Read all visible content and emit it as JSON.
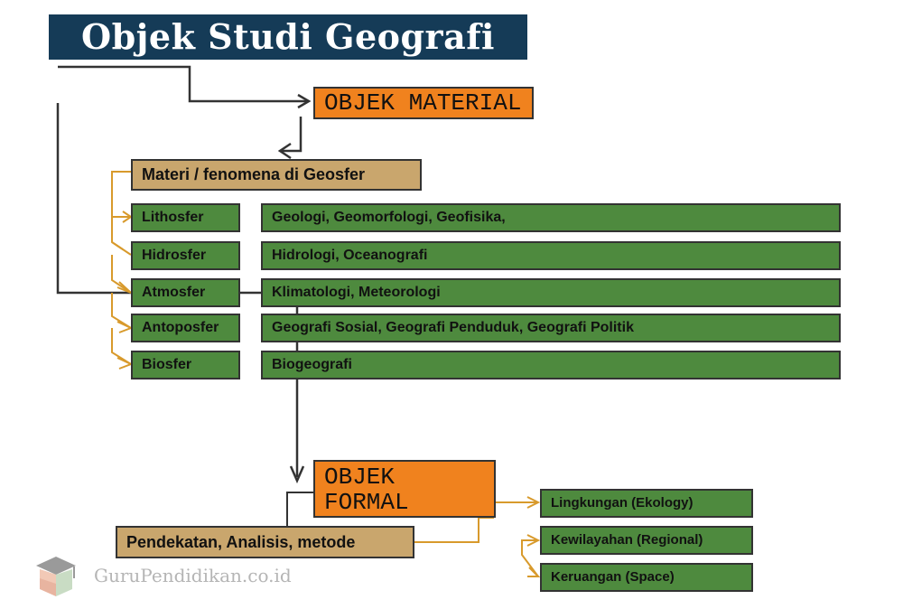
{
  "title": "Objek Studi Geografi",
  "objek_material": "OBJEK MATERIAL",
  "materi": "Materi / fenomena di Geosfer",
  "spheres": [
    {
      "name": "Lithosfer",
      "studies": "Geologi, Geomorfologi, Geofisika,"
    },
    {
      "name": "Hidrosfer",
      "studies": "Hidrologi, Oceanografi"
    },
    {
      "name": "Atmosfer",
      "studies": "Klimatologi, Meteorologi"
    },
    {
      "name": "Antoposfer",
      "studies": "Geografi Sosial, Geografi Penduduk, Geografi Politik"
    },
    {
      "name": "Biosfer",
      "studies": "Biogeografi"
    }
  ],
  "objek_formal": {
    "line1": "OBJEK",
    "line2": "FORMAL"
  },
  "pendekatan": "Pendekatan, Analisis, metode",
  "approaches": [
    "Lingkungan (Ekology)",
    "Kewilayahan (Regional)",
    "Keruangan (Space)"
  ],
  "watermark": "GuruPendidikan.co.id",
  "colors": {
    "title_bg": "#153b57",
    "orange": "#f0821e",
    "tan": "#c9a66d",
    "green": "#4e8a3e",
    "dark_line": "#333333",
    "gold_line": "#d89a2c"
  }
}
